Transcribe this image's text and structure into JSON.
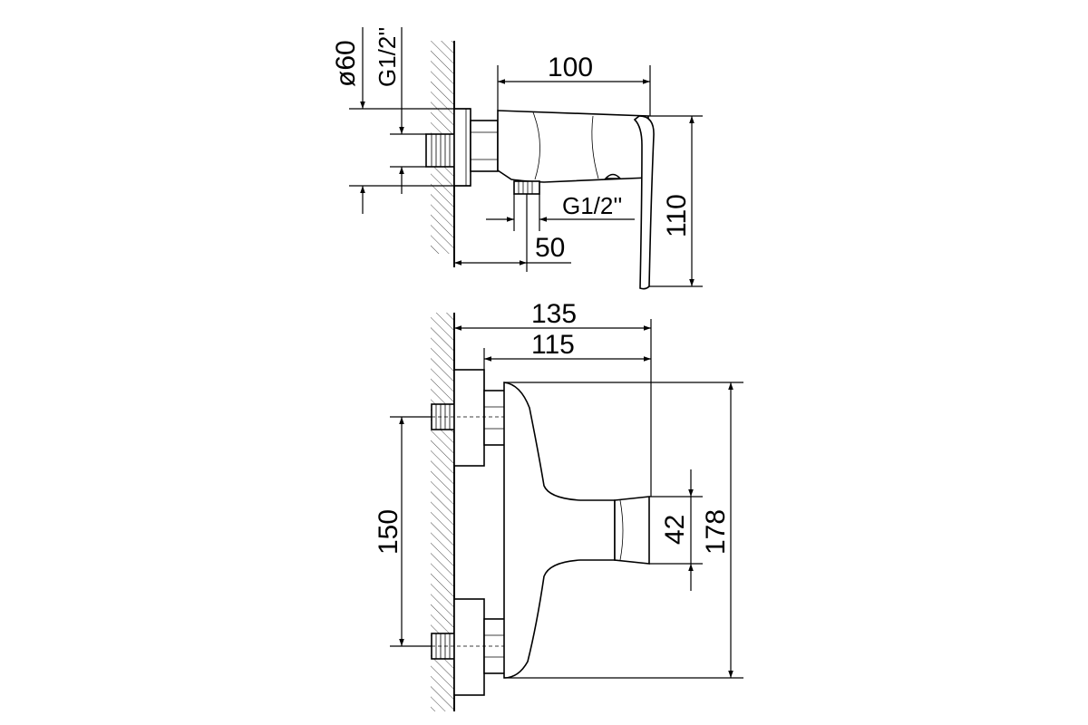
{
  "side_view": {
    "dim_diameter": "ø60",
    "dim_inlet_thread": "G1/2''",
    "dim_depth": "100",
    "dim_outlet_thread": "G1/2''",
    "dim_outlet_offset": "50",
    "dim_height": "110"
  },
  "front_view": {
    "dim_total_depth": "135",
    "dim_body_depth": "115",
    "dim_inlet_spacing": "150",
    "dim_handle_height": "42",
    "dim_body_height": "178"
  }
}
